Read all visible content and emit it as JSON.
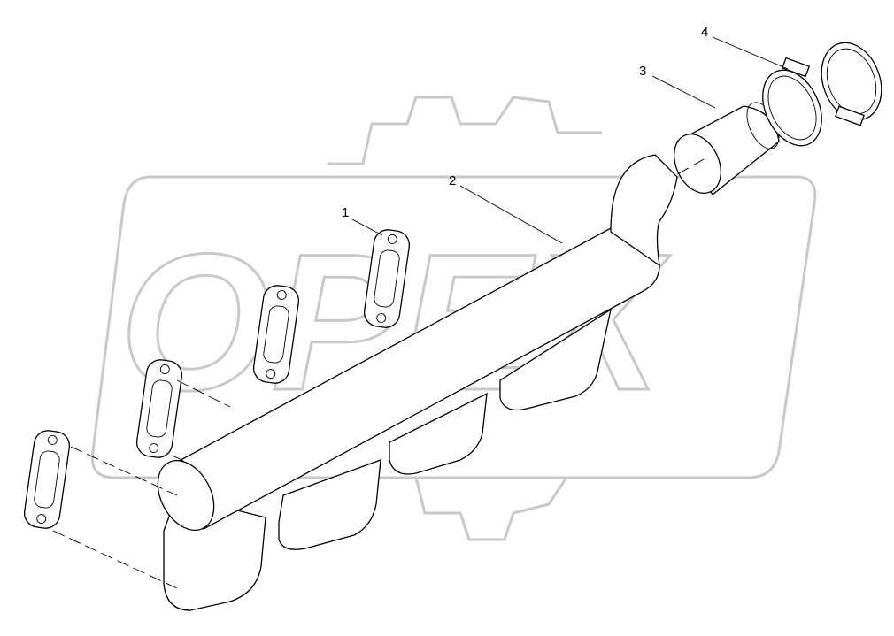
{
  "diagram": {
    "watermark": "OPEX",
    "callouts": [
      {
        "id": "1",
        "label": "1",
        "part": "gasket"
      },
      {
        "id": "2",
        "label": "2",
        "part": "exhaust-manifold"
      },
      {
        "id": "3",
        "label": "3",
        "part": "sleeve"
      },
      {
        "id": "4",
        "label": "4",
        "part": "hose-clamp"
      }
    ],
    "colors": {
      "line": "#000000",
      "watermark": "#c9c9c9",
      "background": "#ffffff"
    }
  }
}
